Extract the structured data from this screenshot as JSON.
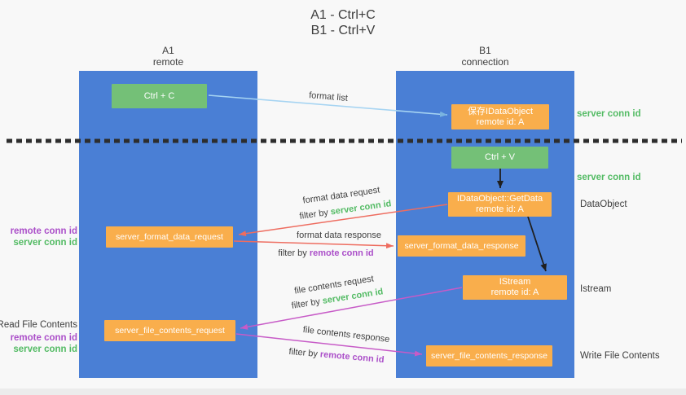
{
  "title": {
    "line1": "A1 - Ctrl+C",
    "line2": "B1 - Ctrl+V"
  },
  "columns": {
    "a1": {
      "name": "A1",
      "subtitle": "remote"
    },
    "b1": {
      "name": "B1",
      "subtitle": "connection"
    }
  },
  "nodes": {
    "ctrl_c": {
      "label": "Ctrl + C"
    },
    "ctrl_v": {
      "label": "Ctrl + V"
    },
    "save_idataobject": {
      "line1": "保存IDataObject",
      "line2": "remote id: A"
    },
    "idataobject_getdata": {
      "line1": "IDataObject::GetData",
      "line2": "remote id: A"
    },
    "istream": {
      "line1": "IStream",
      "line2": "remote id: A"
    },
    "server_format_data_request": {
      "label": "server_format_data_request"
    },
    "server_format_data_response": {
      "label": "server_format_data_response"
    },
    "server_file_contents_request": {
      "label": "server_file_contents_request"
    },
    "server_file_contents_response": {
      "label": "server_file_contents_response"
    }
  },
  "side_labels": {
    "server_conn_id_top": "server conn id",
    "server_conn_id_mid": "server conn id",
    "dataobject": "DataObject",
    "istream": "Istream",
    "write_file_contents": "Write File Contents",
    "read_file_contents": "Read File Contents",
    "remote_conn_id": "remote conn id",
    "server_conn_id": "server conn id"
  },
  "arrows": {
    "format_list": {
      "label": "format list"
    },
    "format_data_request": {
      "label": "format data request",
      "filter_prefix": "filter by",
      "filter_key": "server conn id"
    },
    "format_data_response": {
      "label": "format data response",
      "filter_prefix": "filter by",
      "filter_key": "remote conn id"
    },
    "file_contents_request": {
      "label": "file contents request",
      "filter_prefix": "filter by",
      "filter_key": "server conn id"
    },
    "file_contents_response": {
      "label": "file contents response",
      "filter_prefix": "filter by",
      "filter_key": "remote conn id"
    }
  },
  "colors": {
    "background": "#f8f8f8",
    "column_blue": "#4a7fd5",
    "box_orange": "#f9ae4c",
    "button_green": "#74c077",
    "text_green": "#53bb64",
    "text_purple": "#ab4fc9",
    "text_dark": "#3d3d3d",
    "arrow_red": "#ee6d60",
    "arrow_magenta": "#c75bc7",
    "arrow_lightblue": "#a6d4f2",
    "arrow_black": "#1f1f1f",
    "dotted_line": "#2d2d2d"
  }
}
